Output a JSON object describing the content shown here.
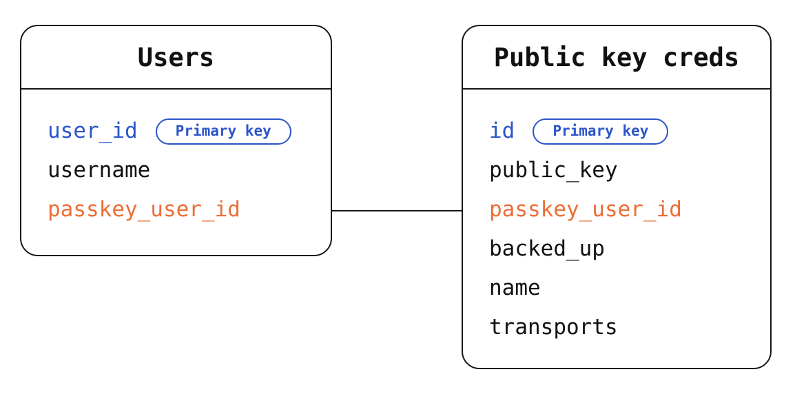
{
  "diagram": {
    "type": "entity-relationship",
    "tables": [
      {
        "title": "Users",
        "fields": [
          {
            "name": "user_id",
            "color": "blue",
            "badge": "Primary key"
          },
          {
            "name": "username",
            "color": "black",
            "badge": null
          },
          {
            "name": "passkey_user_id",
            "color": "orange",
            "badge": null
          }
        ]
      },
      {
        "title": "Public key creds",
        "fields": [
          {
            "name": "id",
            "color": "blue",
            "badge": "Primary key"
          },
          {
            "name": "public_key",
            "color": "black",
            "badge": null
          },
          {
            "name": "passkey_user_id",
            "color": "orange",
            "badge": null
          },
          {
            "name": "backed_up",
            "color": "black",
            "badge": null
          },
          {
            "name": "name",
            "color": "black",
            "badge": null
          },
          {
            "name": "transports",
            "color": "black",
            "badge": null
          }
        ]
      }
    ],
    "relation": {
      "from_table": "Users",
      "from_field": "passkey_user_id",
      "to_table": "Public key creds",
      "to_field": "passkey_user_id"
    },
    "colors": {
      "blue": "#2b55c8",
      "orange": "#ec6e36",
      "text": "#111111",
      "stroke": "#161616",
      "background": "#ffffff"
    }
  }
}
